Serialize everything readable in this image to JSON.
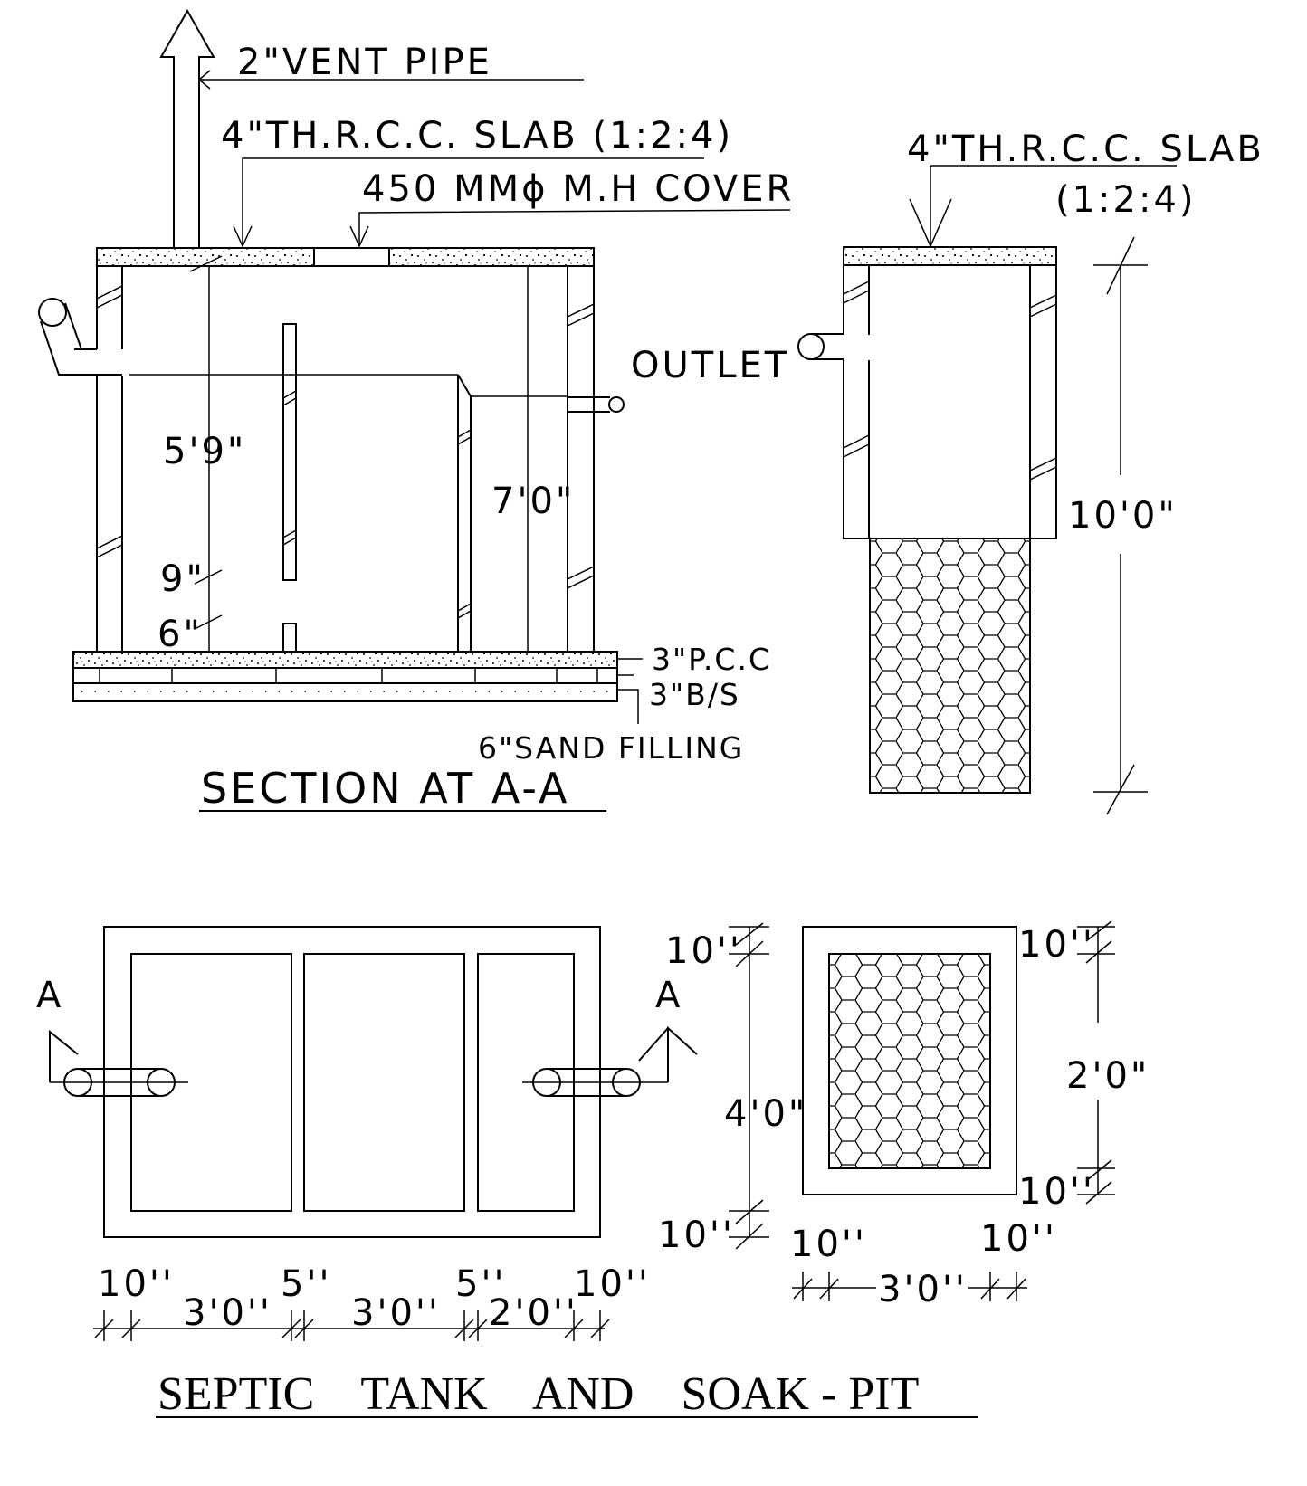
{
  "labels": {
    "vent_pipe": "2\"VENT PIPE",
    "slab_section": "4\"TH.R.C.C. SLAB (1:2:4)",
    "mh_cover": "450 MMϕ M.H COVER",
    "outlet": "OUTLET",
    "slab_pit_line1": "4\"TH.R.C.C. SLAB",
    "slab_pit_line2": "(1:2:4)",
    "dim_5_9": "5'9\"",
    "dim_7_0": "7'0\"",
    "dim_9": "9\"",
    "dim_6": "6\"",
    "dim_10_0": "10'0\"",
    "pcc": "3\"P.C.C",
    "bs": "3\"B/S",
    "sand": "6\"SAND FILLING",
    "section_title": "SECTION AT A-A",
    "section_mark_left": "A",
    "section_mark_right": "A",
    "plan_dim_10_tl": "10''",
    "plan_dim_4_0": "4'0\"",
    "plan_dim_10_bl": "10''",
    "pit_dim_10_tr": "10''",
    "pit_dim_2_0": "2'0\"",
    "pit_dim_10_br": "10''",
    "pit_dim_10_bl2": "10''",
    "pit_dim_10_br2": "10''",
    "pit_dim_3_0": "3'0''",
    "bottom_dim_10a": "10''",
    "bottom_dim_3_0a": "3'0''",
    "bottom_dim_5a": "5''",
    "bottom_dim_3_0b": "3'0''",
    "bottom_dim_5b": "5''",
    "bottom_dim_2_0": "2'0''",
    "bottom_dim_10b": "10''",
    "main_title": "SEPTIC    TANK    AND    SOAK - PIT"
  }
}
